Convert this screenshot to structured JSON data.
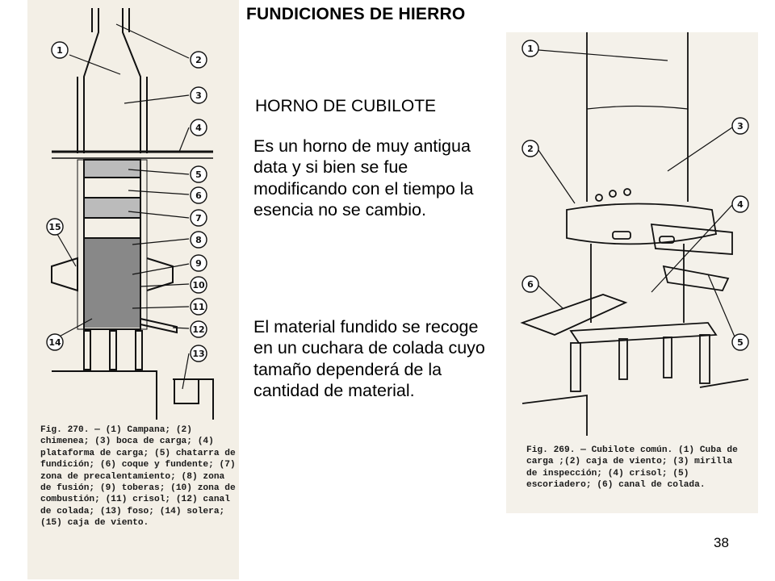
{
  "title": "FUNDICIONES DE HIERRO",
  "heading": "HORNO DE CUBILOTE",
  "paragraphs": [
    "Es un horno de muy antigua  data y si bien se fue modificando con el tiempo la esencia no se cambio.",
    "El material fundido se recoge en un cuchara de colada cuyo tamaño dependerá de la cantidad de material."
  ],
  "left_figure": {
    "callouts": [
      "1",
      "2",
      "3",
      "4",
      "5",
      "6",
      "7",
      "8",
      "9",
      "10",
      "11",
      "12",
      "13",
      "14",
      "15"
    ],
    "caption": "Fig. 270. — (1) Campana; (2) chimenea; (3) boca de carga; (4) plataforma de carga; (5) chatarra de fundición; (6) coque y fundente; (7) zona de precalentamiento; (8) zona de fusión; (9) toberas; (10) zona de combustión; (11) crisol; (12) canal de colada; (13) foso; (14) solera; (15) caja de viento."
  },
  "right_figure": {
    "callouts": [
      "1",
      "2",
      "3",
      "4",
      "5",
      "6"
    ],
    "caption": "Fig. 269. — Cubilote común. (1) Cuba de carga ;(2) caja de viento; (3) mirilla de inspección; (4) crisol; (5) escoriadero; (6) canal de colada."
  },
  "page_number": "38"
}
